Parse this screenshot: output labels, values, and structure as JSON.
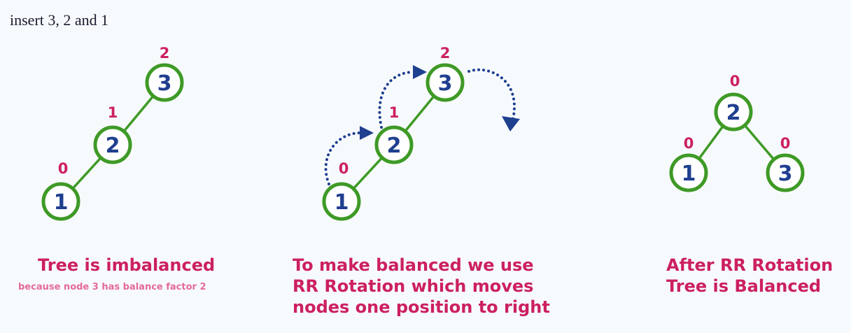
{
  "title": "insert 3, 2 and 1",
  "panels": [
    {
      "nodes": [
        {
          "key": "3",
          "balance": "2"
        },
        {
          "key": "2",
          "balance": "1"
        },
        {
          "key": "1",
          "balance": "0"
        }
      ],
      "caption": "Tree is imbalanced",
      "subcaption": "because node 3 has balance factor 2"
    },
    {
      "nodes": [
        {
          "key": "3",
          "balance": "2"
        },
        {
          "key": "2",
          "balance": "1"
        },
        {
          "key": "1",
          "balance": "0"
        }
      ],
      "caption_lines": [
        "To make balanced we use",
        "RR Rotation which moves",
        "nodes one position to right"
      ]
    },
    {
      "nodes": [
        {
          "key": "2",
          "balance": "0"
        },
        {
          "key": "1",
          "balance": "0"
        },
        {
          "key": "3",
          "balance": "0"
        }
      ],
      "caption_lines": [
        "After RR Rotation",
        "Tree is Balanced"
      ]
    }
  ],
  "colors": {
    "background": "#f7fafd",
    "node_border": "#3e9a26",
    "node_text": "#1f3f8f",
    "balance_factor": "#cc2060",
    "caption": "#cc2060",
    "subcaption": "#e46a9a",
    "rotation_arrow": "#1f3f8f"
  }
}
